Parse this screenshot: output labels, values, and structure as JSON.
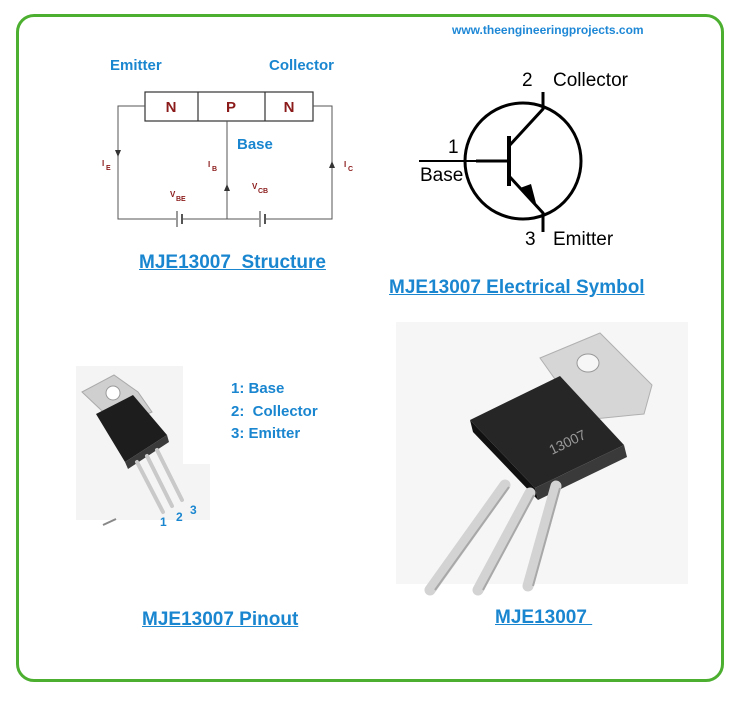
{
  "site": "www.theengineeringprojects.com",
  "structure": {
    "emitter_label": "Emitter",
    "collector_label": "Collector",
    "base_label": "Base",
    "regions": [
      "N",
      "P",
      "N"
    ],
    "ie": "I",
    "ie_sub": "E",
    "ib": "I",
    "ib_sub": "B",
    "ic": "I",
    "ic_sub": "C",
    "vbe": "V",
    "vbe_sub": "BE",
    "vcb": "V",
    "vcb_sub": "CB",
    "caption": "MJE13007  Structure"
  },
  "symbol": {
    "pin1_num": "1",
    "pin1_label": "Base",
    "pin2_num": "2",
    "pin2_label": "Collector",
    "pin3_num": "3",
    "pin3_label": "Emitter",
    "caption": "MJE13007 Electrical Symbol"
  },
  "pinout": {
    "list": [
      "1: Base",
      "2:  Collector",
      "3: Emitter"
    ],
    "lead_numbers": [
      "1",
      "2",
      "3"
    ],
    "caption": "MJE13007 Pinout"
  },
  "photo": {
    "marking": "13007",
    "caption": "MJE13007 "
  },
  "colors": {
    "frame": "#4caf2f",
    "accent": "#1a86d0",
    "region_text": "#8b1a1a",
    "circuit": "#555555"
  }
}
